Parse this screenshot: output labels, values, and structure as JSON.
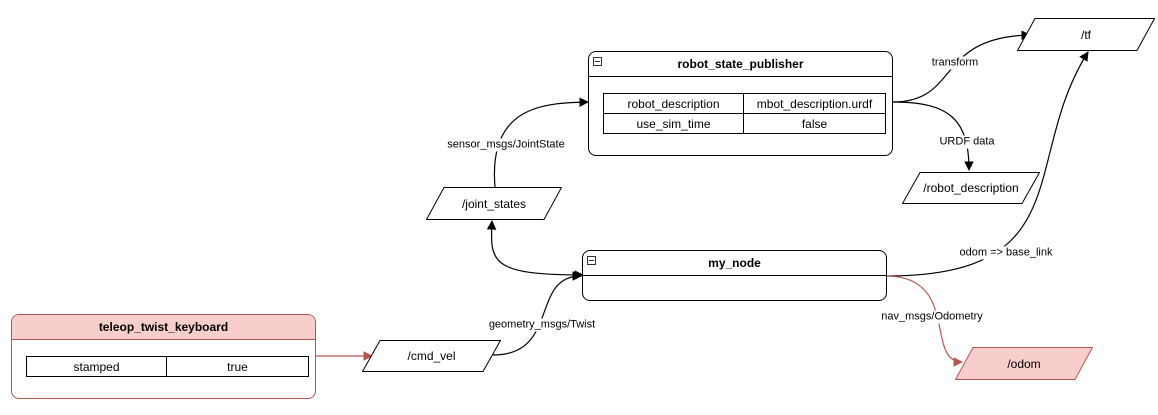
{
  "nodes": {
    "robot_state_publisher": {
      "title": "robot_state_publisher",
      "params": [
        {
          "key": "robot_description",
          "value": "mbot_description.urdf"
        },
        {
          "key": "use_sim_time",
          "value": "false"
        }
      ]
    },
    "my_node": {
      "title": "my_node"
    },
    "teleop": {
      "title": "teleop_twist_keyboard",
      "params": [
        {
          "key": "stamped",
          "value": "true"
        }
      ]
    }
  },
  "topics": {
    "tf": "/tf",
    "robot_description": "/robot_description",
    "joint_states": "/joint_states",
    "cmd_vel": "/cmd_vel",
    "odom": "/odom"
  },
  "edges": {
    "transform": "transform",
    "urdf_data": "URDF data",
    "joint_state": "sensor_msgs/JointState",
    "odom_base_link": "odom => base_link",
    "twist": "geometry_msgs/Twist",
    "odometry": "nav_msgs/Odometry"
  },
  "colors": {
    "highlight_fill": "#f8cecc",
    "highlight_stroke": "#b85450",
    "line": "#000000"
  }
}
